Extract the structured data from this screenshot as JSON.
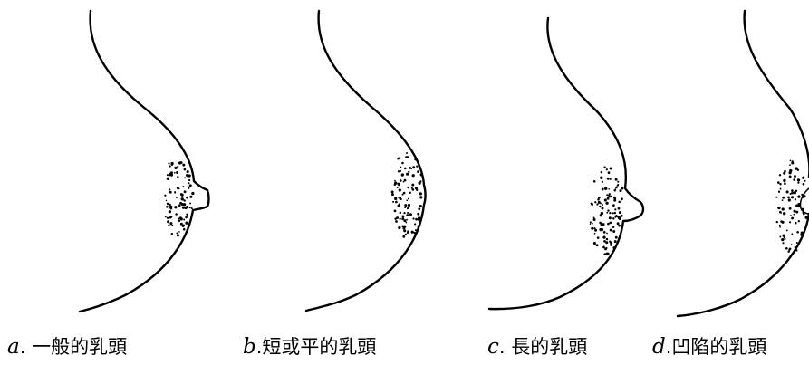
{
  "panels": [
    {
      "letter": "a",
      "sep": ". ",
      "text": "一般的乳頭"
    },
    {
      "letter": "b",
      "sep": ".",
      "text": "短或平的乳頭"
    },
    {
      "letter": "c",
      "sep": ". ",
      "text": "長的乳頭"
    },
    {
      "letter": "d",
      "sep": ".",
      "text": "凹陷的乳頭"
    }
  ],
  "colors": {
    "ink": "#000000",
    "background": "#ffffff"
  }
}
